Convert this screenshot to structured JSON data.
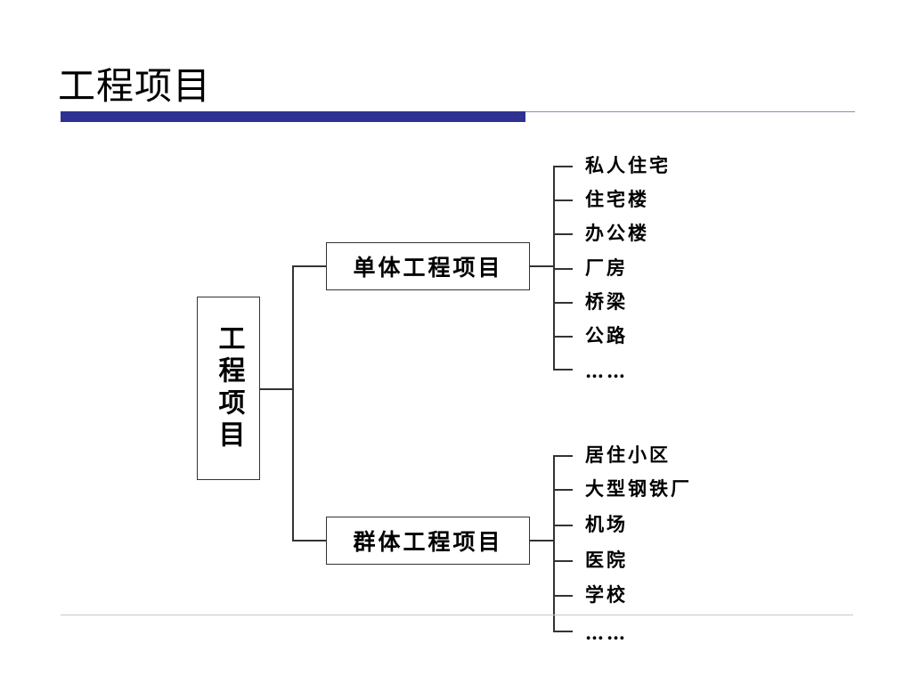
{
  "slide": {
    "title": "工程项目"
  },
  "diagram": {
    "root": "工程项目",
    "branches": [
      {
        "label": "单体工程项目",
        "items": [
          "私人住宅",
          "住宅楼",
          "办公楼",
          "厂房",
          "桥梁",
          "公路",
          "……"
        ]
      },
      {
        "label": "群体工程项目",
        "items": [
          "居住小区",
          "大型钢铁厂",
          "机场",
          "医院",
          "学校",
          "……"
        ]
      }
    ]
  },
  "colors": {
    "title_bar": "#2e3192"
  }
}
